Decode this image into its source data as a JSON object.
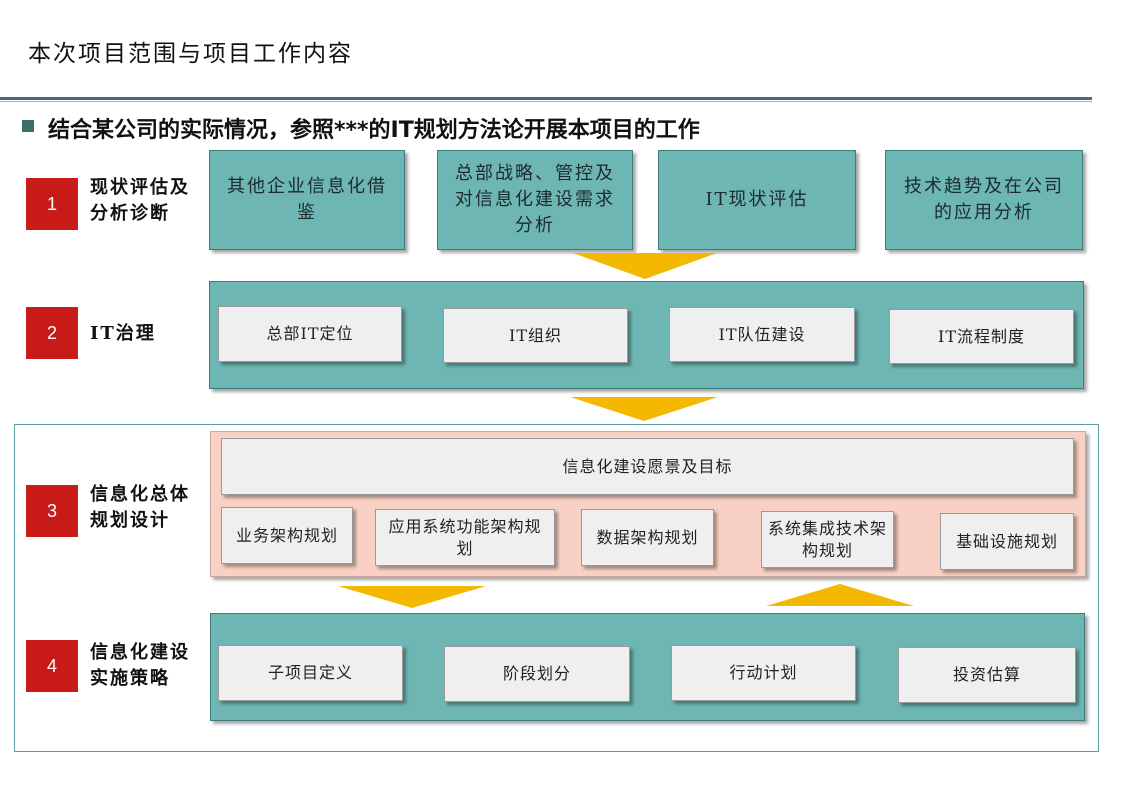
{
  "title": "本次项目范围与项目工作内容",
  "subtitle": "结合某公司的实际情况，参照***的IT规划方法论开展本项目的工作",
  "colors": {
    "accent_red": "#c91a1a",
    "teal": "#6eb6b4",
    "pink": "#f9d0c4",
    "arrow_gold": "#f5b800"
  },
  "stages": [
    {
      "number": "1",
      "label": "现状评估及分析诊断",
      "cards": [
        "其他企业信息化借鉴",
        "总部战略、管控及对信息化建设需求分析",
        "IT现状评估",
        "技术趋势及在公司的应用分析"
      ]
    },
    {
      "number": "2",
      "label": "IT治理",
      "cards": [
        "总部IT定位",
        "IT组织",
        "IT队伍建设",
        "IT流程制度"
      ]
    },
    {
      "number": "3",
      "label": "信息化总体规划设计",
      "banner": "信息化建设愿景及目标",
      "cards": [
        "业务架构规划",
        "应用系统功能架构规划",
        "数据架构规划",
        "系统集成技术架构规划",
        "基础设施规划"
      ]
    },
    {
      "number": "4",
      "label": "信息化建设实施策略",
      "cards": [
        "子项目定义",
        "阶段划分",
        "行动计划",
        "投资估算"
      ]
    }
  ]
}
